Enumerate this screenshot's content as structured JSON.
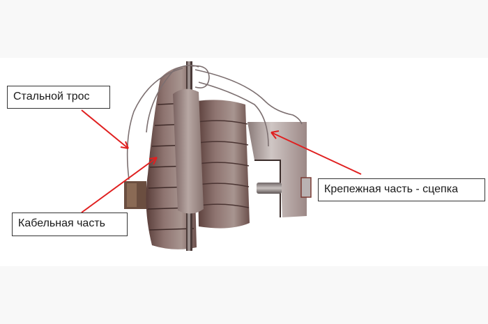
{
  "image": {
    "subject": "cable clamp with steel wire and mounting hitch",
    "background_colors": {
      "band": "#f8f8f8",
      "photo": "#ffffff"
    }
  },
  "annotations": [
    {
      "id": "steel-wire",
      "label": "Стальной трос",
      "arrow_color": "#e02020"
    },
    {
      "id": "cable-part",
      "label": "Кабельная часть",
      "arrow_color": "#e02020"
    },
    {
      "id": "mount-part",
      "label": "Крепежная часть - сцепка",
      "arrow_color": "#e02020"
    }
  ]
}
